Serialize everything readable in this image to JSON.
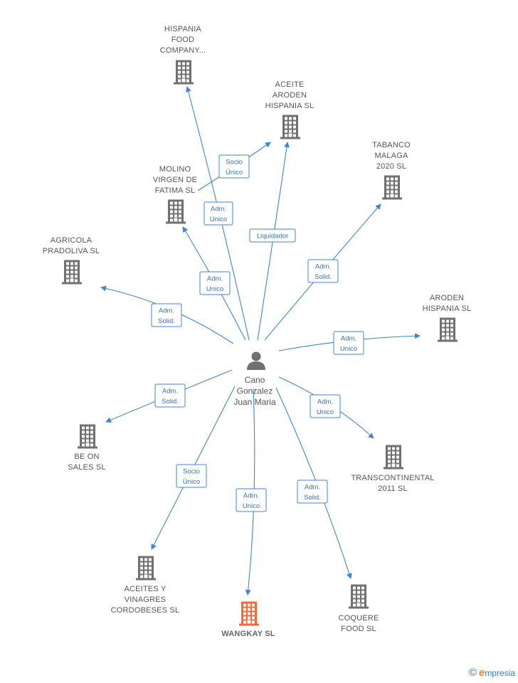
{
  "person": {
    "name_lines": [
      "Cano",
      "Gonzalez",
      "Juan Maria"
    ],
    "icon": "person-icon"
  },
  "colors": {
    "edge": "#3f84d6",
    "building": "#707070",
    "focus_building": "#f26a36"
  },
  "companies": [
    {
      "id": "hispania-food",
      "lines": [
        "HISPANIA",
        "FOOD",
        "COMPANY..."
      ],
      "icon": "building-icon"
    },
    {
      "id": "aceite-aroden",
      "lines": [
        "ACEITE",
        "ARODEN",
        "HISPANIA  SL"
      ],
      "icon": "building-icon"
    },
    {
      "id": "tabanco-malaga",
      "lines": [
        "TABANCO",
        "MALAGA",
        "2020  SL"
      ],
      "icon": "building-icon"
    },
    {
      "id": "molino-virgen",
      "lines": [
        "MOLINO",
        "VIRGEN DE",
        "FATIMA SL"
      ],
      "icon": "building-icon"
    },
    {
      "id": "agricola-pradoliva",
      "lines": [
        "AGRICOLA",
        "PRADOLIVA  SL"
      ],
      "icon": "building-icon"
    },
    {
      "id": "aroden-hispania",
      "lines": [
        "ARODEN",
        "HISPANIA  SL"
      ],
      "icon": "building-icon"
    },
    {
      "id": "be-on-sales",
      "lines": [
        "BE ON",
        "SALES  SL"
      ],
      "icon": "building-icon"
    },
    {
      "id": "transcontinental",
      "lines": [
        "TRANSCONTINENTAL",
        "2011  SL"
      ],
      "icon": "building-icon"
    },
    {
      "id": "aceites-vinagres",
      "lines": [
        "ACEITES Y",
        "VINAGRES",
        "CORDOBESES SL"
      ],
      "icon": "building-icon"
    },
    {
      "id": "wangkay",
      "lines": [
        "WANGKAY  SL"
      ],
      "icon": "building-icon",
      "focus": true
    },
    {
      "id": "coquere-food",
      "lines": [
        "COQUERE",
        "FOOD  SL"
      ],
      "icon": "building-icon"
    }
  ],
  "relations": [
    {
      "target": "hispania-food",
      "lines": [
        "Adm.",
        "Unico"
      ]
    },
    {
      "target": "aceite-aroden",
      "lines": [
        "Liquidador"
      ]
    },
    {
      "target": "aceite-aroden",
      "lines": [
        "Socio",
        "Único"
      ]
    },
    {
      "target": "tabanco-malaga",
      "lines": [
        "Adm.",
        "Solid."
      ]
    },
    {
      "target": "molino-virgen",
      "lines": [
        "Adm.",
        "Unico"
      ]
    },
    {
      "target": "agricola-pradoliva",
      "lines": [
        "Adm.",
        "Solid."
      ]
    },
    {
      "target": "aroden-hispania",
      "lines": [
        "Adm.",
        "Unico"
      ]
    },
    {
      "target": "be-on-sales",
      "lines": [
        "Adm.",
        "Solid."
      ]
    },
    {
      "target": "transcontinental",
      "lines": [
        "Adm.",
        "Unico"
      ]
    },
    {
      "target": "aceites-vinagres",
      "lines": [
        "Socio",
        "Único"
      ]
    },
    {
      "target": "wangkay",
      "lines": [
        "Adm.",
        "Unico"
      ]
    },
    {
      "target": "coquere-food",
      "lines": [
        "Adm.",
        "Solid."
      ]
    }
  ],
  "brand": {
    "copyright": "©",
    "initial": "e",
    "name": "mpresia"
  }
}
